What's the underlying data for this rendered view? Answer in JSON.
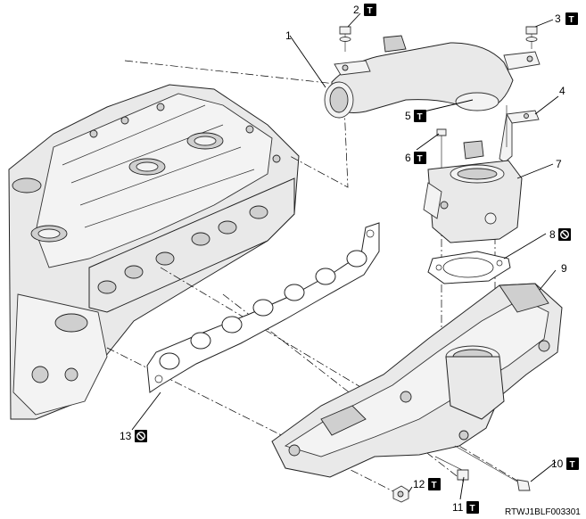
{
  "figure": {
    "doc_id": "RTWJ1BLF003301",
    "torque_symbol": "T",
    "callouts": [
      {
        "number": "1",
        "symbol": ""
      },
      {
        "number": "2",
        "symbol": "torque"
      },
      {
        "number": "3",
        "symbol": "torque"
      },
      {
        "number": "4",
        "symbol": ""
      },
      {
        "number": "5",
        "symbol": "torque"
      },
      {
        "number": "6",
        "symbol": "torque"
      },
      {
        "number": "7",
        "symbol": ""
      },
      {
        "number": "8",
        "symbol": "do-not-reuse"
      },
      {
        "number": "9",
        "symbol": ""
      },
      {
        "number": "10",
        "symbol": "torque"
      },
      {
        "number": "11",
        "symbol": "torque"
      },
      {
        "number": "12",
        "symbol": "torque"
      },
      {
        "number": "13",
        "symbol": "do-not-reuse"
      }
    ]
  }
}
